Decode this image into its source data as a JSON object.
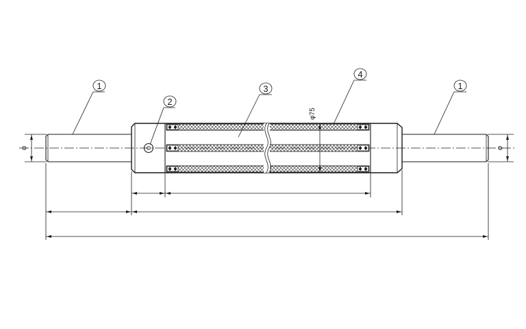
{
  "colors": {
    "line": "#1a1a1a",
    "background": "#ffffff"
  },
  "labels": {
    "part_1_left": "1",
    "part_1_right": "1",
    "part_2": "2",
    "part_3": "3",
    "part_4": "4"
  },
  "dimensions": {
    "diameter_75": "φ75",
    "left_shaft_diameter": "φ",
    "right_shaft_diameter": "φ"
  }
}
